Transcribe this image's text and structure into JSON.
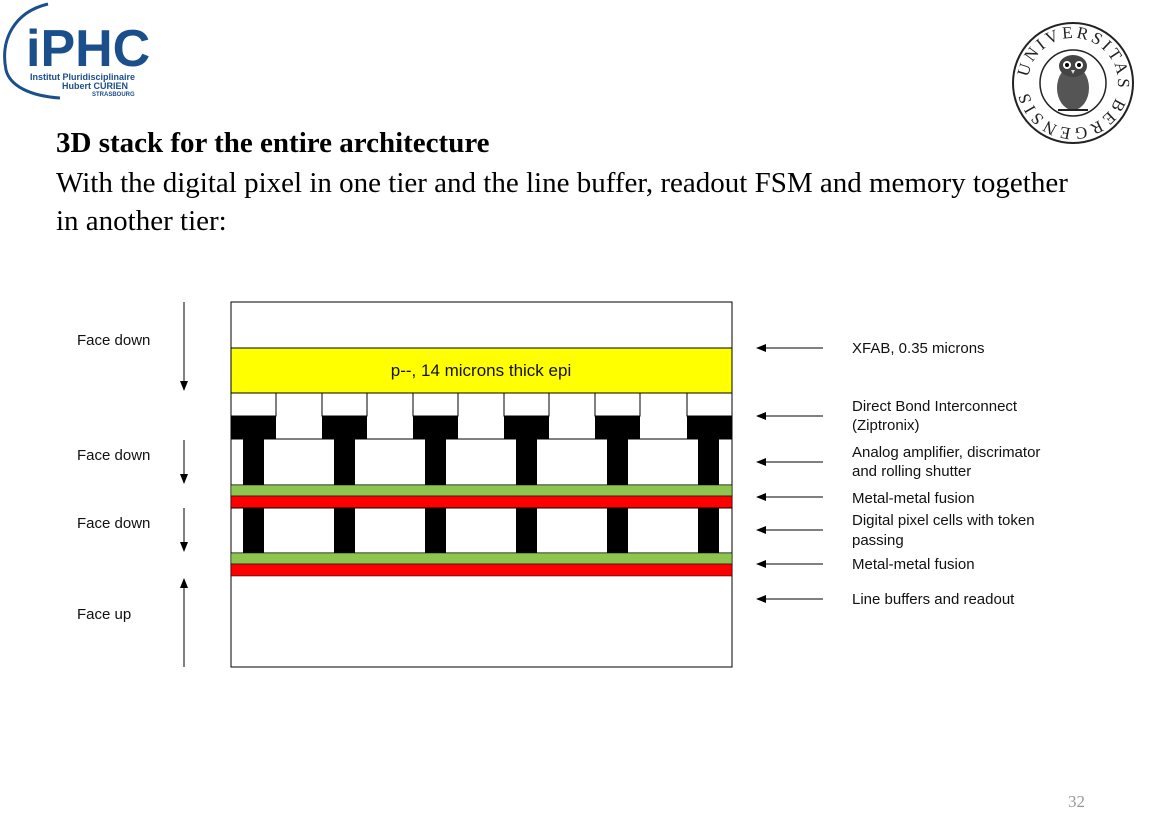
{
  "logos": {
    "iphc_mark": "iPHC",
    "iphc_line1": "Institut Pluridisciplinaire",
    "iphc_line2": "Hubert CURIEN",
    "iphc_line3": "STRASBOURG",
    "uib_seal_text": "UNIVERSITAS BERGENSIS"
  },
  "slide": {
    "heading": "3D stack for the entire architecture",
    "intro": "With the digital pixel in one tier and the line buffer, readout FSM and memory together in another tier:",
    "page_number": "32"
  },
  "diagram": {
    "epi_label": "p--, 14 microns thick epi",
    "orientations": [
      "Face down",
      "Face down",
      "Face down",
      "Face up"
    ],
    "layers": [
      {
        "lines": [
          "XFAB, 0.35 microns"
        ]
      },
      {
        "lines": [
          "Direct Bond Interconnect",
          "(Ziptronix)"
        ]
      },
      {
        "lines": [
          "Analog amplifier, discrimator",
          "and rolling shutter"
        ]
      },
      {
        "lines": [
          "Metal-metal fusion"
        ]
      },
      {
        "lines": [
          "Digital pixel cells with token",
          "passing"
        ]
      },
      {
        "lines": [
          "Metal-metal fusion"
        ]
      },
      {
        "lines": [
          "Line buffers and readout"
        ]
      }
    ],
    "colors": {
      "epi": "#ffff00",
      "bond_green": "#8dc54f",
      "bond_red": "#ff0000",
      "via": "#000000",
      "outline": "#000000"
    }
  }
}
